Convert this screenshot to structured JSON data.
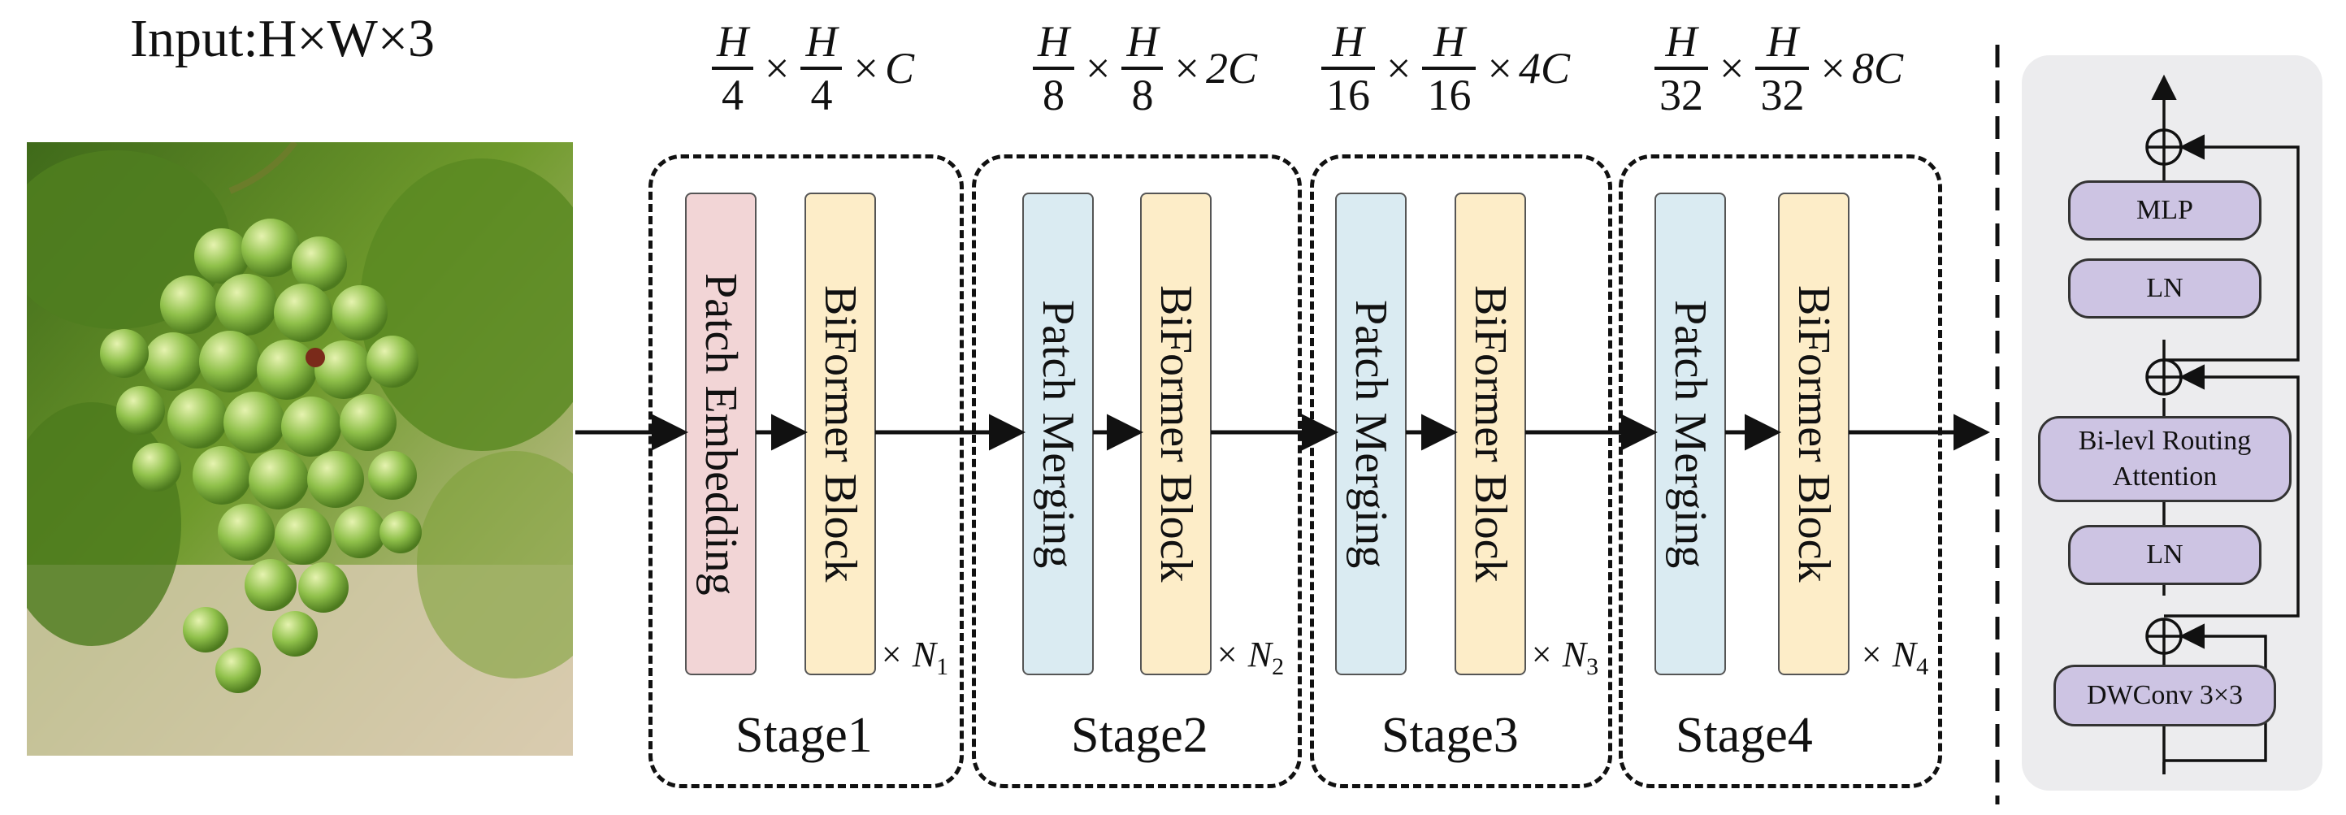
{
  "input_label": "Input:H×W×3",
  "dims": [
    {
      "num1": "H",
      "den1": "4",
      "num2": "H",
      "den2": "4",
      "ch": "C"
    },
    {
      "num1": "H",
      "den1": "8",
      "num2": "H",
      "den2": "8",
      "ch": "2C"
    },
    {
      "num1": "H",
      "den1": "16",
      "num2": "H",
      "den2": "16",
      "ch": "4C"
    },
    {
      "num1": "H",
      "den1": "32",
      "num2": "H",
      "den2": "32",
      "ch": "8C"
    }
  ],
  "times": "×",
  "stages": [
    {
      "label": "Stage1",
      "first_block": "Patch Embedding",
      "second_block": "BiFormer Block",
      "n": "N",
      "n_sub": "1"
    },
    {
      "label": "Stage2",
      "first_block": "Patch Merging",
      "second_block": "BiFormer Block",
      "n": "N",
      "n_sub": "2"
    },
    {
      "label": "Stage3",
      "first_block": "Patch Merging",
      "second_block": "BiFormer Block",
      "n": "N",
      "n_sub": "3"
    },
    {
      "label": "Stage4",
      "first_block": "Patch Merging",
      "second_block": "BiFormer Block",
      "n": "N",
      "n_sub": "4"
    }
  ],
  "n_prefix": "×",
  "block_detail": {
    "mlp": "MLP",
    "ln_top": "LN",
    "attention": "Bi-levl Routing Attention",
    "ln_bottom": "LN",
    "dwconv": "DWConv 3×3"
  },
  "colors": {
    "patch_embedding": "#f2d5d6",
    "patch_merging": "#daebf2",
    "biformer_block": "#fdedc8",
    "detail_block": "#cdc4e3",
    "panel_bg": "#ececee"
  }
}
